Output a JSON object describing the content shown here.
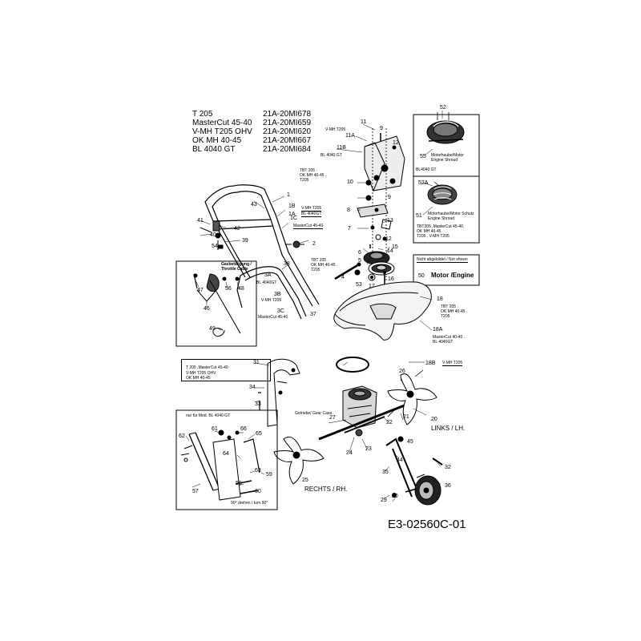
{
  "model_list": {
    "models": [
      "T 205",
      "MasterCut 45-40",
      "V-MH T205 OHV",
      "OK MH 40-45",
      "BL 4040 GT"
    ],
    "codes": [
      "21A-20MI678",
      "21A-20MI659",
      "21A-20MI620",
      "21A-20MI667",
      "21A-20MI684"
    ]
  },
  "callouts": {
    "v_mh_t205_top": "V-MH T205",
    "bl_4040_gt_top": "BL 4040 GT",
    "tbt_group_1": [
      "TBT 205 .",
      "OK MH 40-45 .",
      "T205"
    ],
    "bl_4040gt_1a": "BL 4040GT",
    "v_mh_t205_1b": "V-MH T205",
    "mastercut_1c": "MasterCut 45-40",
    "tbt_group_2": [
      "TBT 205 .",
      "OK MH 40-45 .",
      "T205"
    ],
    "bl_4040gt_3a": "BL 4040GT",
    "v_mh_t205_3b": "V-MH T205",
    "mastercut_3c": "MasterCut 45-40",
    "tbt_group_18": [
      "TBT 205 .",
      "OK MH 40-45 .",
      "T205"
    ],
    "mastercut_18a": [
      "MasterCut 40-40 .",
      "BL 4040GT"
    ],
    "v_mh_t205_18b": "V-MH T205",
    "getriebe": "Getriebe/ Gear Case",
    "links": "LINKS / LH.",
    "rechts": "RECHTS / RH."
  },
  "engine_box": {
    "shroud_label": "Motorhaube/Motor Engine Shroud",
    "bl_label": "BL4040 GT",
    "shroud_label_2": "Motorhaube/Motor Schutz Engine Shroud",
    "tbt_lines": [
      "TBT205 ,MasterCut 45-40,",
      "OK MH 40-45",
      "T205 , V-MH T205"
    ]
  },
  "not_shown": {
    "label": "Nicht abgebildet / Not shown",
    "item_no": "50",
    "item_text": "Motor /Engine"
  },
  "throttle_box": {
    "title": [
      "Gasbetätigung /",
      "Throttle Cable"
    ]
  },
  "tine_note": {
    "lines": [
      "T 205 ,MasterCut 45-40",
      "V-MH T205 OHV",
      "OK MH 40-45"
    ]
  },
  "bl_box": {
    "title": "nur für Mod. BL 4040 GT",
    "note": "90° drehen / turn 90°"
  },
  "part_numbers": {
    "p52": "52",
    "p55": "55",
    "p52a": "52A",
    "p51": "51",
    "p11": "11",
    "p11a": "11A",
    "p11b": "11B",
    "p9": "9",
    "p12a": "12",
    "p10": "10",
    "p8": "8",
    "p7": "7",
    "p12b": "12",
    "p13": "13",
    "p14": "14",
    "p6": "6",
    "p5": "5",
    "p15": "15",
    "p53": "53",
    "p17": "17",
    "p16": "16",
    "p4": "4",
    "p43": "43",
    "p1": "1",
    "p1a": "1A",
    "p1b": "1B",
    "p1c": "1C",
    "p41": "41",
    "p42": "42",
    "p40": "40",
    "p39": "39",
    "p54": "54",
    "p2": "2",
    "p38": "38",
    "p3a": "3A",
    "p3b": "3B",
    "p3c": "3C",
    "p37": "37",
    "p47": "47",
    "p56": "56",
    "p48": "48",
    "p46": "46",
    "p49": "49",
    "p18": "18",
    "p18a": "18A",
    "p18b": "18B",
    "p31": "31",
    "p34": "34",
    "p33": "33",
    "p26": "26",
    "p27": "27",
    "p22": "22",
    "p21": "21",
    "p20": "20",
    "p24": "24",
    "p23": "23",
    "p45": "45",
    "p44": "44",
    "p35": "35",
    "p32": "32",
    "p36": "36",
    "p30": "30",
    "p29": "29",
    "p25": "25",
    "p61": "61",
    "p62": "62",
    "p66": "66",
    "p65": "65",
    "p64": "64",
    "p63": "63",
    "p58": "58",
    "p59": "59",
    "p57": "57",
    "p60": "60"
  },
  "drawing_code": "E3-02560C-01"
}
